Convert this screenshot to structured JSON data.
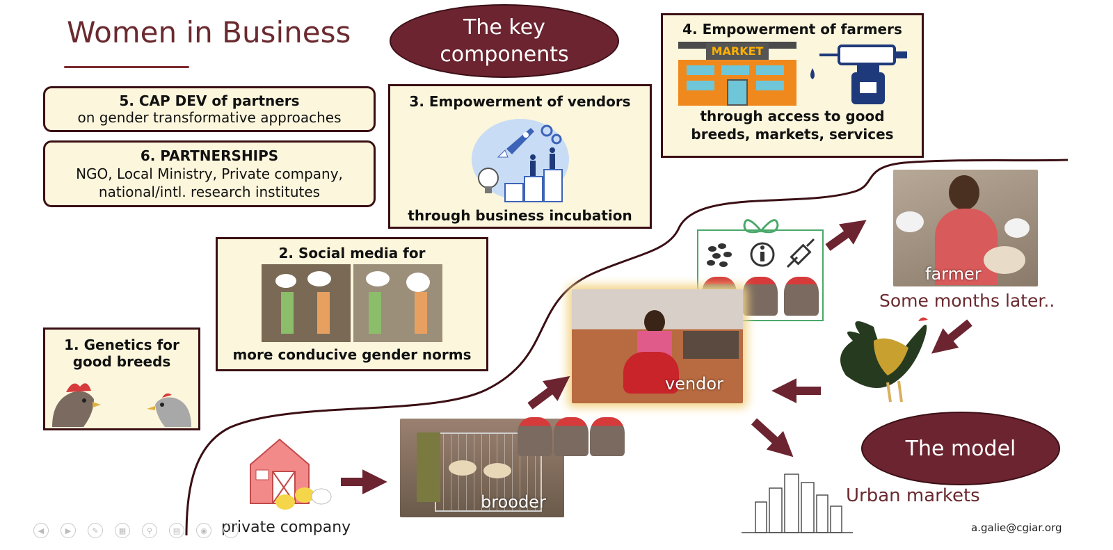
{
  "title": "Women in Business",
  "key_components": "The key components",
  "model": "The model",
  "cards": {
    "c1": {
      "heading": "1. Genetics for good breeds"
    },
    "c2": {
      "heading": "2. Social media for",
      "footer": "more conducive gender norms"
    },
    "c3": {
      "heading": "3. Empowerment of vendors",
      "footer": "through business incubation"
    },
    "c4": {
      "heading": "4. Empowerment of farmers",
      "footer": "through access to good breeds, markets, services",
      "market_sign": "MARKET"
    },
    "c5": {
      "heading": "5. CAP DEV of partners",
      "text": "on gender transformative approaches"
    },
    "c6": {
      "heading": "6. PARTNERSHIPS",
      "text": "NGO, Local Ministry, Private company, national/intl. research institutes"
    }
  },
  "flow": {
    "private_company": "private company",
    "brooder": "brooder",
    "vendor": "vendor",
    "farmer": "farmer",
    "months_later": "Some months later..",
    "urban_markets": "Urban markets"
  },
  "credit": "a.galie@cgiar.org",
  "colors": {
    "accent": "#6b2430",
    "card_bg": "#fbf6dc",
    "arrow": "#6b2430"
  }
}
